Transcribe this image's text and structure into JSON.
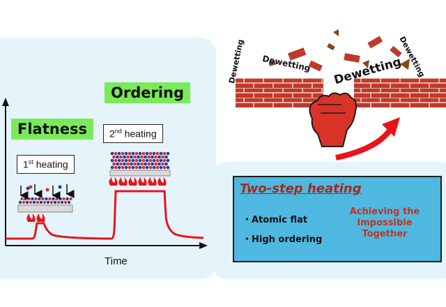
{
  "left_panel": {
    "x_axis_label": "Time",
    "flatness_label": "Flatness",
    "ordering_label": "Ordering",
    "first_heating": {
      "num": "1",
      "sup": "st",
      "text": " heating"
    },
    "second_heating": {
      "num": "2",
      "sup": "nd",
      "text": " heating"
    }
  },
  "right_panel": {
    "dewetting_labels": [
      "Dewetting",
      "Dewetting",
      "Dewetting",
      "Dewetting"
    ],
    "info_title": "Two-step heating",
    "bullets": [
      "・Atomic flat",
      "・High ordering"
    ],
    "burst_lines": [
      "Achieving the",
      "Impossible",
      "Together"
    ]
  },
  "colors": {
    "panel_bg": "#e5f3fb",
    "green_tag": "#7bea5a",
    "heating_curve": "#e8141b",
    "info_box": "#4fb8e0",
    "brick": "#c0392b",
    "burst": "#fff9b8",
    "title_text": "#a52a1a"
  },
  "icons": [
    "fist-icon",
    "flame-icon",
    "brick-wall-icon",
    "curved-arrow-icon"
  ]
}
